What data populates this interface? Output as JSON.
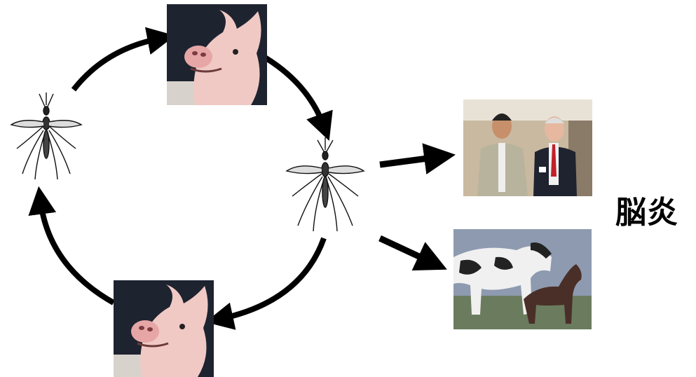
{
  "diagram": {
    "label": "脳炎",
    "nodes": [
      {
        "id": "mosquito-left",
        "icon": "mosquito-icon"
      },
      {
        "id": "pig-top",
        "icon": "pig-photo"
      },
      {
        "id": "mosquito-center",
        "icon": "mosquito-icon"
      },
      {
        "id": "pig-bottom",
        "icon": "pig-photo"
      },
      {
        "id": "humans",
        "icon": "humans-photo"
      },
      {
        "id": "horses",
        "icon": "horses-photo"
      }
    ],
    "colors": {
      "arrow": "#000000",
      "pig_skin": "#f2c8c4",
      "background": "#ffffff"
    }
  }
}
